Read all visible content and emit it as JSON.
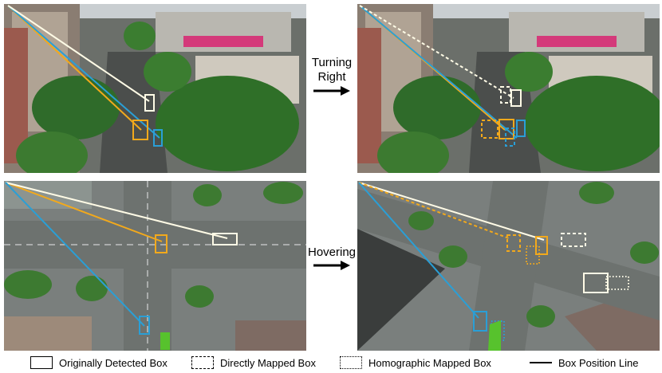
{
  "operations": {
    "turning": "Turning Right",
    "hovering": "Hovering"
  },
  "legend": {
    "original": "Originally Detected  Box",
    "direct": "Directly Mapped  Box",
    "homographic": "Homographic Mapped  Box",
    "line": "Box Position Line"
  },
  "colors": {
    "yellow": "#f2a91c",
    "cyan": "#2a9fd6",
    "white": "#fffbe6"
  }
}
